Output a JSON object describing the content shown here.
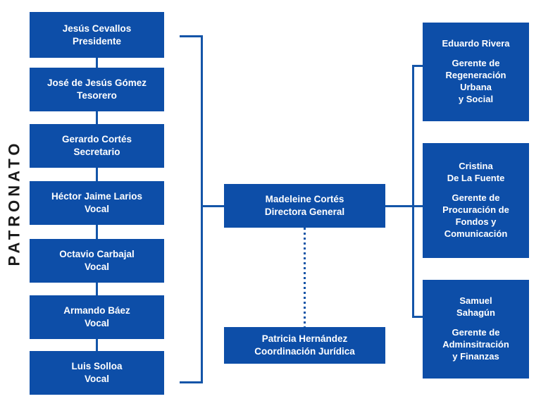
{
  "meta": {
    "title": "Organigrama Patronato",
    "brand_color": "#0d4ea8",
    "line_color": "#1455a8",
    "text_color": "#ffffff",
    "background": "#ffffff"
  },
  "side_label": {
    "text": "PATRONATO",
    "orientation": "vertical-bottom-to-top"
  },
  "board": {
    "label": "PATRONATO",
    "members": [
      {
        "name": "Jesús Cevallos",
        "role": "Presidente"
      },
      {
        "name": "José de Jesús Gómez",
        "role": "Tesorero"
      },
      {
        "name": "Gerardo Cortés",
        "role": "Secretario"
      },
      {
        "name": "Héctor Jaime Larios",
        "role": "Vocal"
      },
      {
        "name": "Octavio Carbajal",
        "role": "Vocal"
      },
      {
        "name": "Armando Báez",
        "role": "Vocal"
      },
      {
        "name": "Luis Solloa",
        "role": "Vocal"
      }
    ]
  },
  "director": {
    "name": "Madeleine Cortés",
    "role": "Directora General"
  },
  "legal": {
    "name": "Patricia Hernández",
    "role": "Coordinación Jurídica",
    "link_style": "dotted"
  },
  "managers": [
    {
      "name_lines": [
        "Eduardo Rivera"
      ],
      "role_lines": [
        "Gerente de",
        "Regeneración",
        "Urbana",
        "y Social"
      ]
    },
    {
      "name_lines": [
        "Cristina",
        "De La Fuente"
      ],
      "role_lines": [
        "Gerente de",
        "Procuración de",
        "Fondos y",
        "Comunicación"
      ]
    },
    {
      "name_lines": [
        "Samuel",
        "Sahagún"
      ],
      "role_lines": [
        "Gerente de",
        "Adminsitración",
        "y Finanzas"
      ]
    }
  ]
}
